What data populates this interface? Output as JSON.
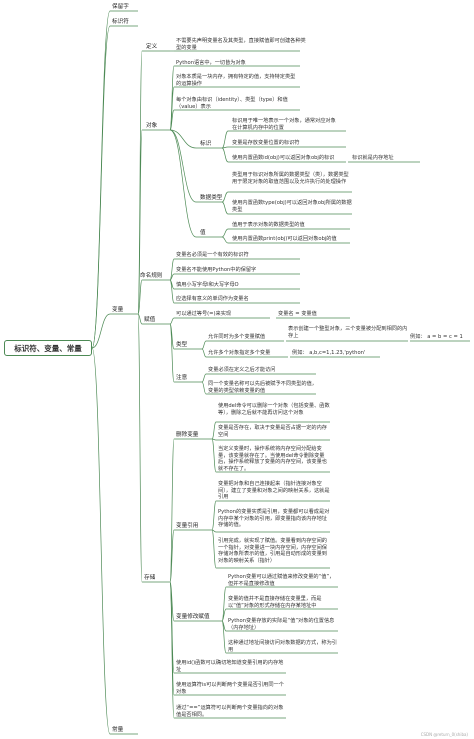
{
  "root": "标识符、变量、常量",
  "level1": {
    "reserved": "保留字",
    "identifier": "标识符",
    "variable": "变量",
    "constant": "常量"
  },
  "variable": {
    "definition": {
      "label": "定义",
      "text": "不需要先声明变量名及其类型，直接赋值即可创建各种类型的变量"
    },
    "object": {
      "label": "对象",
      "python_object": "Python语言中，一切皆为对象",
      "object_desc": "对象本质是一块内存，拥有特定的值，支持特定类型的运算操作",
      "three_attrs": "每个对象由标识（identity）、类型（type）和值（value）表示",
      "identity": {
        "label": "标识",
        "a": "标识用于唯一地表示一个对象，通常对应对象在计算机内存中的位置",
        "b": "变量是存放变量位置的标识符",
        "c": "使用内置函数id(obj)可以返回对象obj的标识",
        "c_note": "标识就是内存地址"
      },
      "type": {
        "label": "数据类型",
        "a": "类型用于标识对象所属的数据类型（类），数据类型用于限定对象的取值范围以及允许执行的处理操作",
        "b": "使用内置函数type(obj)可以返回对象obj所属的数据类型"
      },
      "value": {
        "label": "值",
        "a": "值用于表示对象的数据类型的值",
        "b": "使用内置函数print(obj)可以返回对象obj的值"
      }
    },
    "naming": {
      "label": "命名规则",
      "a": "变量名必须是一个有效的标识符",
      "b": "变量名不能使用Python中的保留字",
      "c": "慎用小写字母l和大写字母O",
      "d": "应选择有意义的单词作为变量名"
    },
    "assignment": {
      "label": "赋值",
      "intro": "可以通过等号(=)来实现",
      "intro_note": "变量名 = 变量值",
      "type": {
        "label": "类型",
        "multi_same": "允许同时为多个变量赋值",
        "multi_same_desc": "表示创建一个整型对象，三个变量被分配到相同的内存上",
        "multi_same_example": "例如： a = b = c = 1",
        "multi_diff": "允许多个对象指定多个变量",
        "multi_diff_example": "例如： a,b,c=1,1.23,'python'"
      },
      "note": {
        "label": "注意",
        "a": "变量必须在定义之后才能访问",
        "b": "同一个变量名称可以先后被赋予不同类型的值，变量的类型依赖变量的值"
      }
    },
    "storage": {
      "label": "存储",
      "delete": {
        "label": "删除变量",
        "a": "使用del命令可以删除一个对象（包括变量、函数等），删除之后就不能再访问这个对象",
        "b": "变量是否存在，取决于变量是否占据一定的内存空间",
        "c": "当定义变量时，操作系统将内存空间分配给变量，该变量就存在了。当使用del命令删除变量后，操作系统释放了变量的内存空间，该变量也就不存在了。"
      },
      "reference": {
        "label": "变量引用",
        "a": "变量把对象和自己连接起来（指针连接对象空间），建立了变量和对象之间的映射关系，这就是引用",
        "b": "Python的变量实质是引用，变量都可以看成是对内存中某个对象的引用，即变量指向该内存地址存储的值。",
        "c": "引用完成，就实现了赋值。变量看到内存空间的一个指针，对变量进一块内存空间，内存空间保存储对象所表示的值，引用是自动形成的变量到对象的映射关系（指针）"
      },
      "modify": {
        "label": "变量修改赋值",
        "a": "Python变量可以通过赋值来修改变量的“值”，但并不是直接修改值",
        "b": "变量的值并不是直接存储在变量里，而是以“值”对象的形式存储在内存某地址中",
        "c": "Python变量存放的实际是“值”对象的位置信息（内存地址）",
        "d": "这种通过地址间接访问对象数据的方式，称为引用"
      },
      "id_note": "使用id()函数可以确切地知道变量引用的内存地址",
      "is_note": "使用运算符is可以判断两个变量是否引用同一个对象",
      "eq_note": "通过“==”运算符可以判断两个变量指向的对象值是否相同。"
    }
  },
  "watermark": "CSDN @return_0(shiba)"
}
